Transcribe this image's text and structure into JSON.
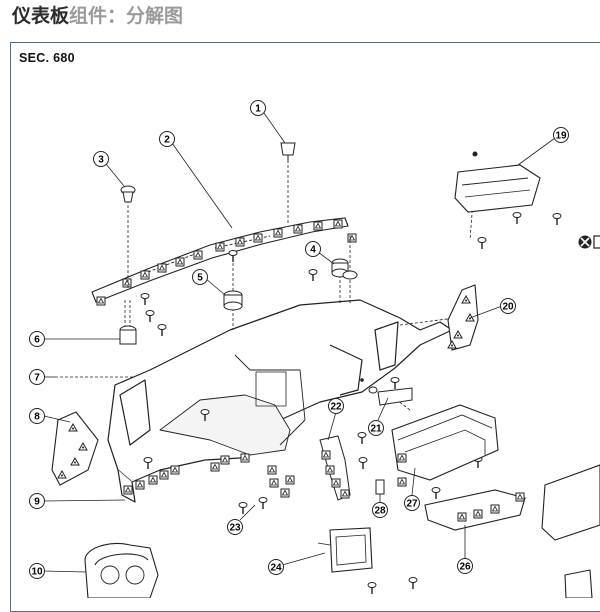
{
  "header": {
    "title_main": "仪表板",
    "title_sub": "组件：分解图"
  },
  "diagram": {
    "section_label": "SEC. 680",
    "callouts": [
      "1",
      "2",
      "3",
      "4",
      "5",
      "6",
      "7",
      "8",
      "9",
      "10",
      "19",
      "20",
      "21",
      "22",
      "23",
      "24",
      "26",
      "27",
      "28"
    ]
  },
  "colors": {
    "line": "#222222",
    "frame": "#5a6b7a",
    "title_main": "#2b2b2b",
    "title_sub": "#9a9a9a"
  }
}
